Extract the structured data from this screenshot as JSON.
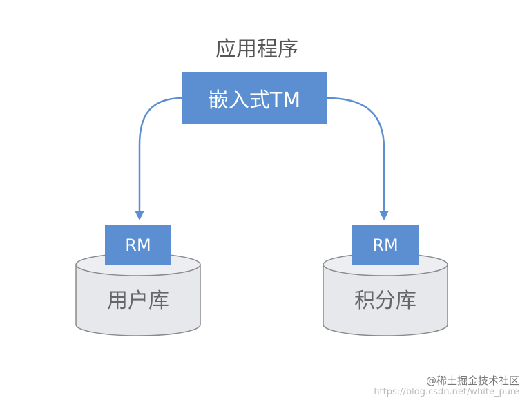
{
  "app": {
    "title": "应用程序"
  },
  "tm": {
    "label": "嵌入式TM"
  },
  "databases": [
    {
      "rm_label": "RM",
      "name": "用户库"
    },
    {
      "rm_label": "RM",
      "name": "积分库"
    }
  ],
  "watermark": {
    "brand": "@稀土掘金技术社区",
    "url": "https://blog.csdn.net/white_pure"
  },
  "colors": {
    "box_blue": "#5b8fd1",
    "arrow_blue": "#5b8fd1",
    "frame_border": "#9aa9c4",
    "cylinder_fill": "#e6e8ec",
    "cylinder_stroke": "#8a8a8a"
  }
}
